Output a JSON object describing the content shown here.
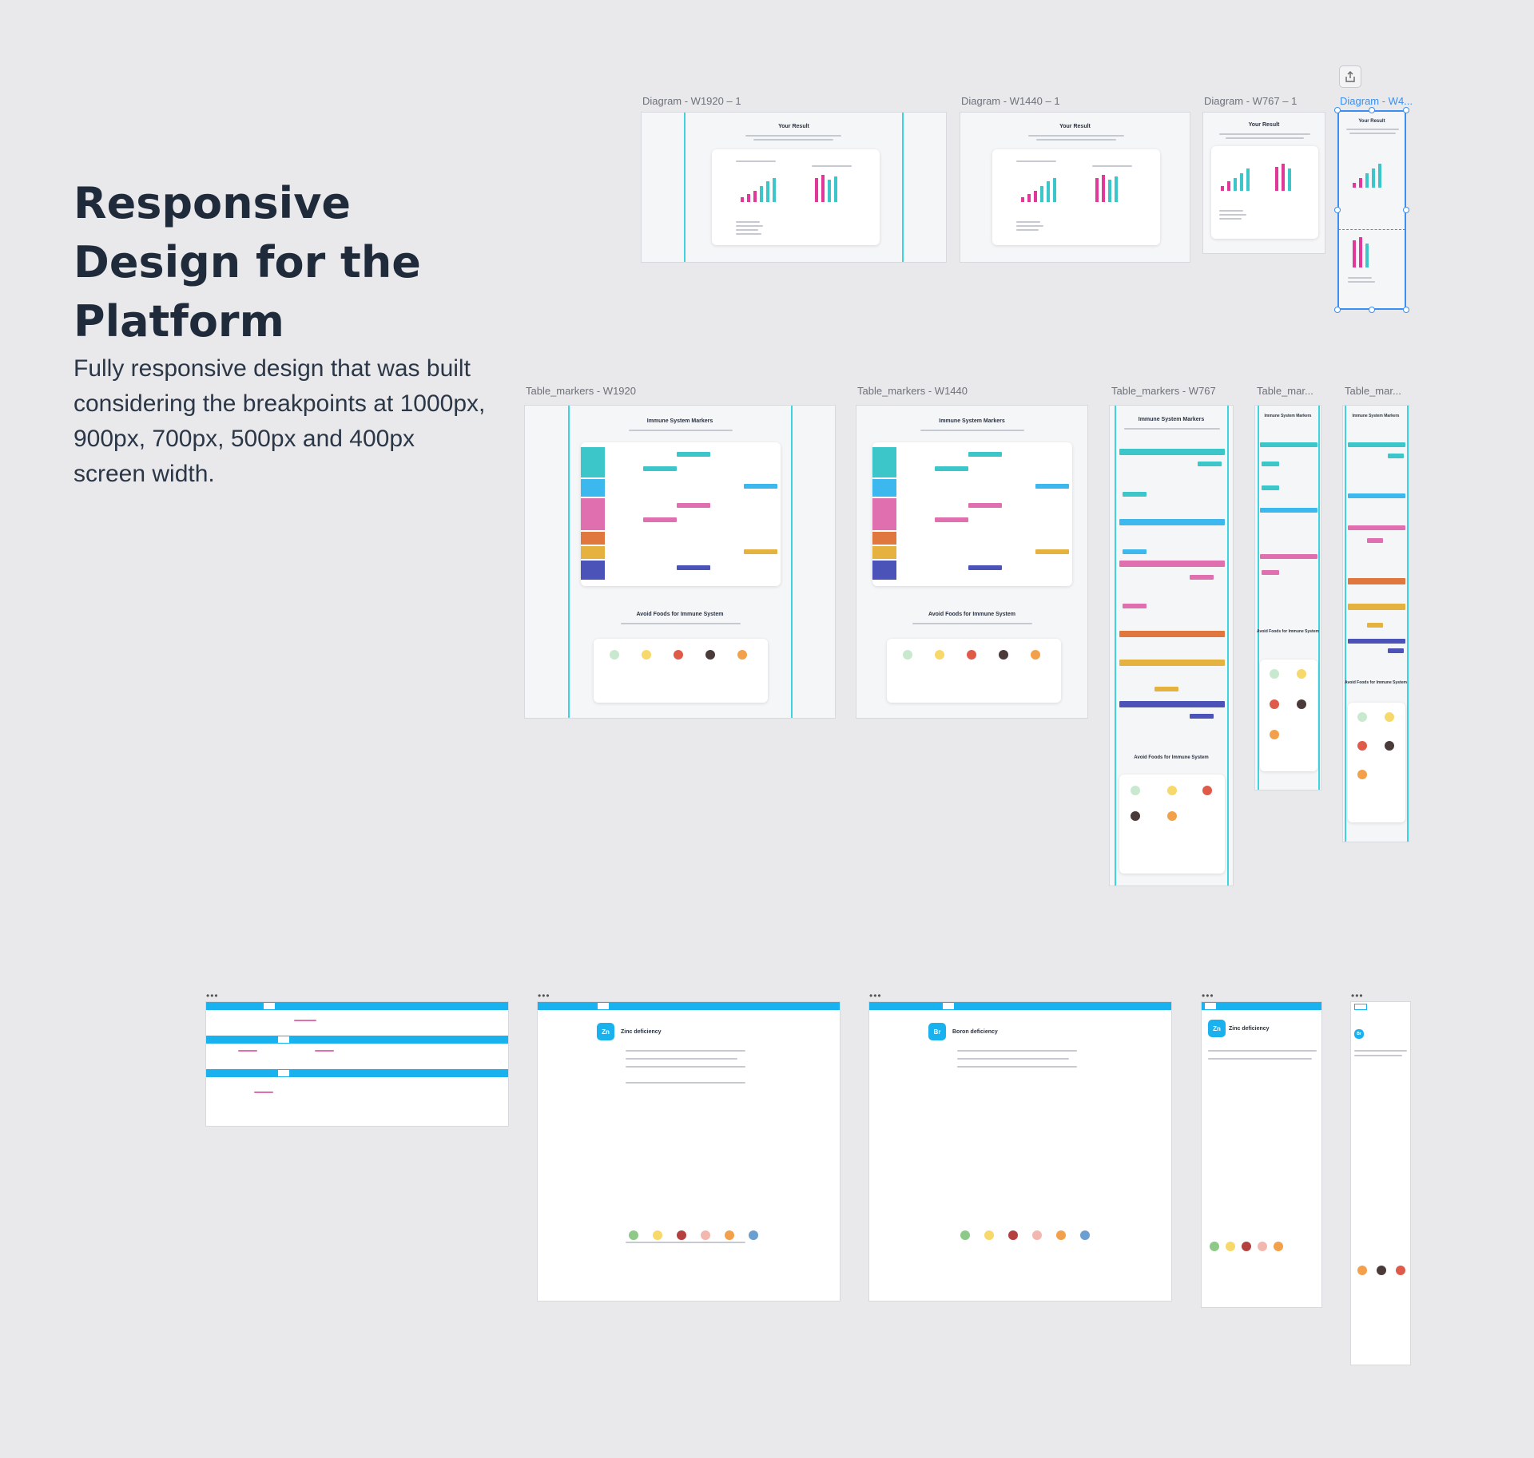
{
  "title": "Responsive Design for the Platform",
  "description": "Fully responsive design that was built considering the breakpoints at 1000px, 900px, 700px, 500px and 400px screen width.",
  "diagram_frames": [
    {
      "label": "Diagram - W1920 – 1"
    },
    {
      "label": "Diagram - W1440 – 1"
    },
    {
      "label": "Diagram - W767 – 1"
    },
    {
      "label": "Diagram - W4..."
    }
  ],
  "table_frames": [
    {
      "label": "Table_markers - W1920"
    },
    {
      "label": "Table_markers - W1440"
    },
    {
      "label": "Table_markers - W767"
    },
    {
      "label": "Table_mar..."
    },
    {
      "label": "Table_mar..."
    }
  ],
  "mock": {
    "your_result": "Your Result",
    "immune_markers": "Immune System Markers",
    "avoid_foods": "Avoid Foods for Immune System",
    "zinc_badge": "Zn",
    "zinc_title": "Zinc deficiency",
    "boron_badge": "Br",
    "boron_title": "Boron deficiency"
  },
  "colors": {
    "accent_blue": "#1ab2ee",
    "selection_blue": "#3b8ff0",
    "guide_cyan": "#3fd3e0",
    "teal": "#3cc6c9",
    "pink": "#e06fb0",
    "orange": "#e0773f",
    "yellow": "#e5b13f",
    "indigo": "#4b52b8"
  },
  "icons": [
    "share-icon",
    "more-dots-icon"
  ]
}
